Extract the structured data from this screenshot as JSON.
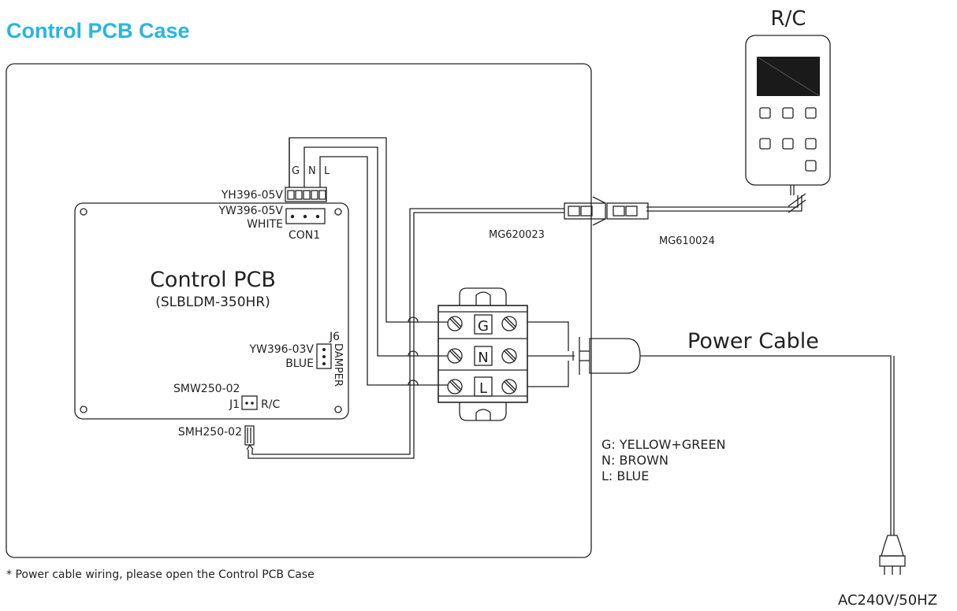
{
  "title": "Control PCB Case",
  "colors": {
    "title": "#27b6e2",
    "line": "#222222",
    "pcb_fill": "#ececec"
  },
  "rc": {
    "label": "R/C"
  },
  "pcb": {
    "name": "Control PCB",
    "model": "(SLBLDM-350HR)"
  },
  "connectors": {
    "top_pins": [
      "G",
      "N",
      "L"
    ],
    "yh396": "YH396-05V",
    "yw396_05v": "YW396-05V",
    "white": "WHITE",
    "con1": "CON1",
    "j6": "J6",
    "yw396_03v": "YW396-03V",
    "blue": "BLUE",
    "damper": "DAMPER",
    "smw250": "SMW250-02",
    "j1": "J1",
    "rc_port": "R/C",
    "smh250": "SMH250-02",
    "mg620023": "MG620023",
    "mg610024": "MG610024"
  },
  "terminal": {
    "labels": [
      "G",
      "N",
      "L"
    ]
  },
  "power": {
    "label": "Power Cable",
    "plug": "AC240V/50HZ"
  },
  "legend": [
    "G: YELLOW+GREEN",
    "N: BROWN",
    "L:  BLUE"
  ],
  "footnote": "* Power cable wiring, please open the Control PCB Case"
}
